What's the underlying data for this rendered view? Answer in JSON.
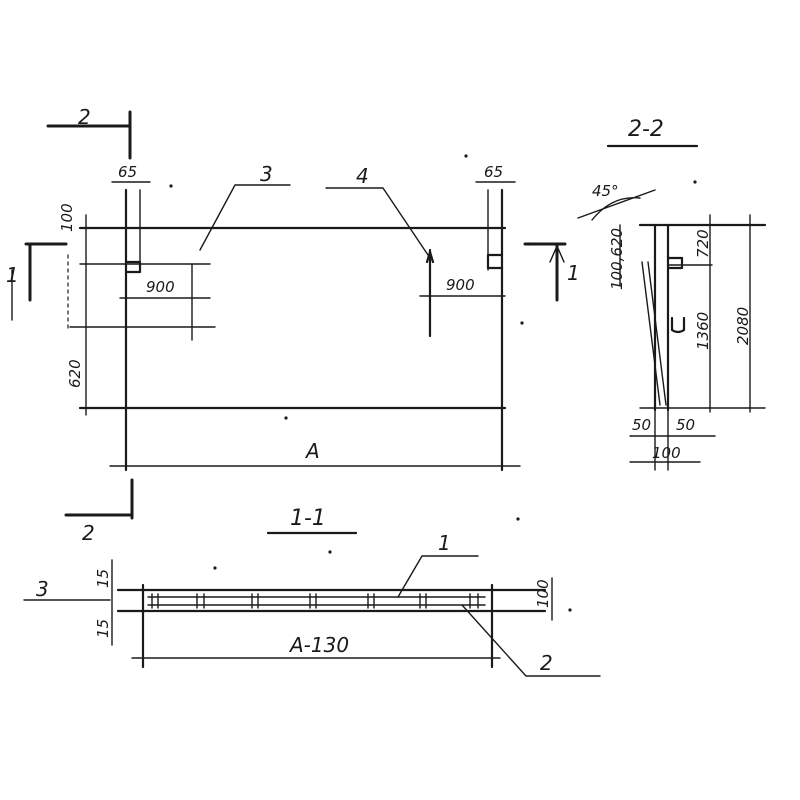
{
  "section_labels": {
    "section_1_1": "1-1",
    "section_2_2": "2-2",
    "cut_1_left": "1",
    "cut_1_right": "1",
    "cut_2_top": "2",
    "cut_2_bottom": "2"
  },
  "callouts": {
    "item_1": "1",
    "item_2": "2",
    "item_3_top": "3",
    "item_3_side": "3",
    "item_4": "4"
  },
  "plan_dims": {
    "edge_left": "65",
    "edge_right": "65",
    "offset_top": "100",
    "hook_left": "900",
    "hook_right": "900",
    "lower_height": "620",
    "length": "A"
  },
  "section_1_1_dims": {
    "top_cover": "15",
    "bottom_cover": "15",
    "thickness": "100",
    "length": "A-130"
  },
  "section_2_2_dims": {
    "angle": "45°",
    "slope_label": "100,620",
    "upper": "720",
    "lower": "1360",
    "total": "2080",
    "bottom_left": "50",
    "bottom_right": "50",
    "bottom_total": "100"
  }
}
